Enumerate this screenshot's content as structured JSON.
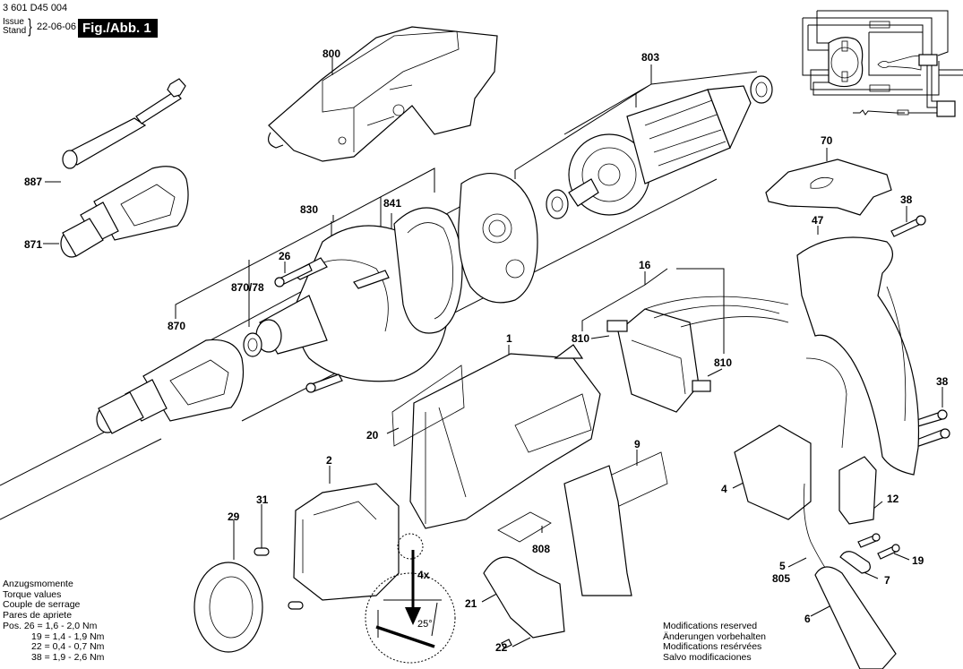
{
  "header": {
    "part_code": "3 601 D45 004",
    "issue_label_en": "Issue",
    "issue_label_de": "Stand",
    "issue_date": "22-06-06",
    "figure_label": "Fig./Abb. 1"
  },
  "torque_values": {
    "titles": [
      "Anzugsmomente",
      "Torque values",
      "Couple de serrage",
      "Pares de apriete"
    ],
    "rows": [
      "Pos. 26 = 1,6 - 2,0 Nm",
      "19 = 1,4 - 1,9 Nm",
      "22 = 0,4 - 0,7 Nm",
      "38 = 1,9 - 2,6 Nm"
    ]
  },
  "modifications_notice": [
    "Modifications reserved",
    "Änderungen vorbehalten",
    "Modifications resérvées",
    "Salvo modificaciones"
  ],
  "detail_callout": {
    "multiplier": "4x",
    "angle": "25°"
  },
  "part_labels": {
    "p800": "800",
    "p803": "803",
    "p887": "887",
    "p871": "871",
    "p830": "830",
    "p841": "841",
    "p26": "26",
    "p870_78": "870/78",
    "p870": "870",
    "p70": "70",
    "p38a": "38",
    "p47": "47",
    "p16": "16",
    "p810a": "810",
    "p810b": "810",
    "p1": "1",
    "p20": "20",
    "p9": "9",
    "p38b": "38",
    "p2": "2",
    "p31": "31",
    "p29": "29",
    "p4": "4",
    "p12": "12",
    "p808": "808",
    "p21": "21",
    "p22": "22",
    "p5": "5",
    "p805": "805",
    "p7": "7",
    "p19": "19",
    "p6": "6"
  }
}
